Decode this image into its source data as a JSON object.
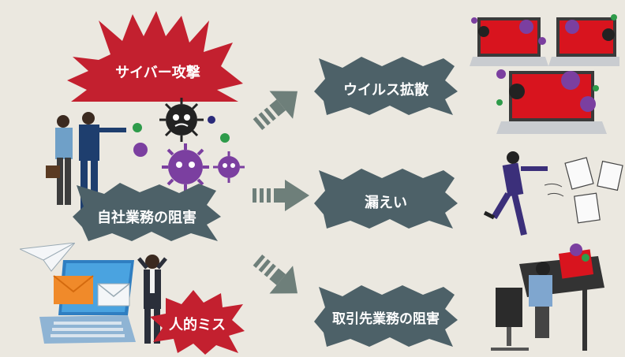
{
  "labels": {
    "cyber_attack": "サイバー攻撃",
    "business_disruption": "自社業務の阻害",
    "human_error": "人的ミス",
    "virus_spread": "ウイルス拡散",
    "leak": "漏えい",
    "partner_disruption": "取引先業務の阻害"
  },
  "icons": {
    "virus_left": "virus-icon",
    "laptops": "infected-laptop-icon",
    "thief": "thief-icon",
    "documents": "flying-document-icon",
    "worried_worker": "worried-worker-icon",
    "businessmen": "businessmen-icon",
    "laptop_mail": "laptop-mail-icon",
    "paper_plane": "paper-plane-icon"
  },
  "colors": {
    "background": "#ebe8e0",
    "red_burst": "#c3202f",
    "slate_burst": "#4d6168",
    "arrow": "#6e7f7a",
    "virus_purple": "#7b3fa0",
    "virus_dark": "#222222",
    "virus_green": "#2e9b4a",
    "laptop_red": "#d8141e"
  }
}
